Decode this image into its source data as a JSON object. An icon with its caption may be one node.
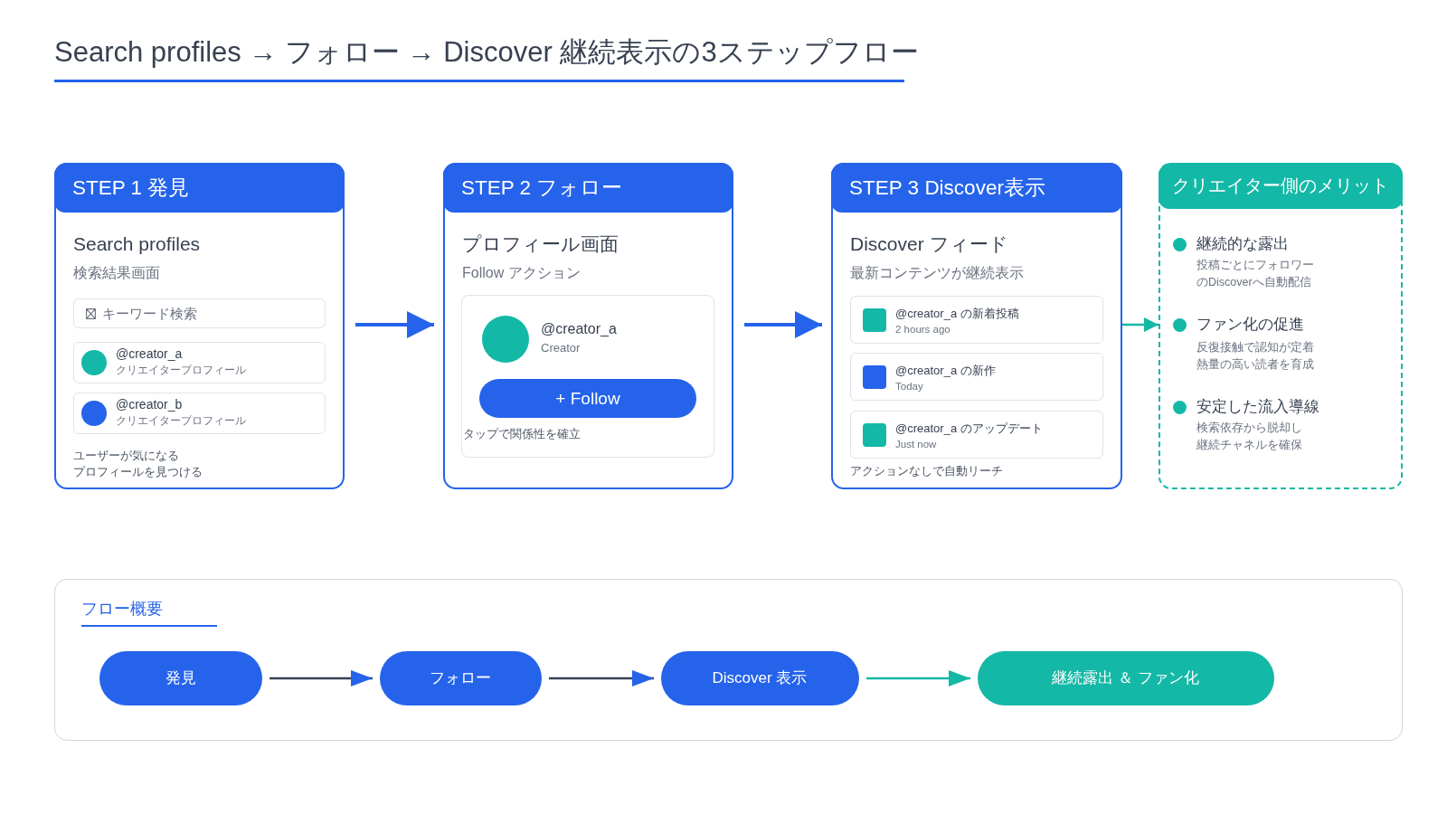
{
  "diagram": {
    "title": "Search profiles → フォロー → Discover 継続表示の3ステップフロー",
    "nodes": [
      {
        "text": [
          "STEP 1 発見",
          "Search profiles",
          "検索結果画面",
          "ユーザーが気になるプロフィールを見つける"
        ]
      },
      {
        "text": [
          "キーワード検索"
        ],
        "in": 0
      },
      {
        "text": [
          "@creator_a",
          "クリエイタープロフィール"
        ],
        "in": 0
      },
      {
        "text": [
          "@creator_b",
          "クリエイタープロフィール"
        ],
        "in": 0
      },
      {
        "text": [
          "STEP 2 フォロー",
          "プロフィール画面",
          "Follow アクション"
        ]
      },
      {
        "text": [
          "@creator_a",
          "Creator",
          "タップで関係性を確立"
        ],
        "in": 4
      },
      {
        "text": [
          "+ Follow"
        ],
        "in": 5
      },
      {
        "text": [
          "STEP 3 Discover表示",
          "Discover フィード",
          "最新コンテンツが継続表示",
          "アクションなしで自動リーチ"
        ]
      },
      {
        "text": [
          "@creator_a の新着投稿",
          "2 hours ago"
        ],
        "in": 7
      },
      {
        "text": [
          "@creator_a の新作",
          "Today"
        ],
        "in": 7
      },
      {
        "text": [
          "@creator_a のアップデート",
          "Just now"
        ],
        "in": 7
      },
      {
        "text": [
          "クリエイター側のメリット",
          "継続的な露出",
          "投稿ごとにフォロワーのDiscoverへ自動配信",
          "ファン化の促進",
          "反復接触で認知が定着熱量の高い読者を育成",
          "安定した流入導線",
          "検索依存から脱却し継続チャネルを確保"
        ]
      },
      {
        "text": [
          "フロー概要"
        ]
      },
      {
        "text": [
          "発見"
        ],
        "in": 12
      },
      {
        "text": [
          "フォロー"
        ],
        "in": 12
      },
      {
        "text": [
          "Discover 表示"
        ],
        "in": 12
      },
      {
        "text": [
          "継続露出 ＆ ファン化"
        ],
        "in": 12
      }
    ],
    "edges": [
      {
        "from": 0,
        "to": 4,
        "arrow": "to"
      },
      {
        "from": 4,
        "to": 7,
        "arrow": "to"
      },
      {
        "from": 7,
        "to": 11,
        "arrow": "to",
        "color": "#14b8a6"
      },
      {
        "from": 13,
        "to": 14,
        "arrow": "to",
        "color": "#374151"
      },
      {
        "from": 14,
        "to": 15,
        "arrow": "to",
        "color": "#374151"
      },
      {
        "from": 15,
        "to": 16,
        "arrow": "to",
        "color": "#14b8a6"
      }
    ]
  }
}
